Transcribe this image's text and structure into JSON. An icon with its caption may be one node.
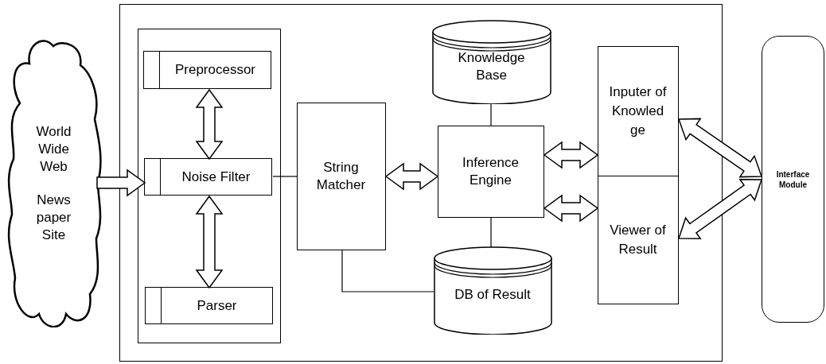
{
  "diagram": {
    "nodes": [
      {
        "text": [
          "World Wide Web",
          "News paper Site"
        ]
      },
      {
        "text": [],
        "shape": "box"
      },
      {
        "text": [],
        "shape": "box",
        "in": 1
      },
      {
        "text": [
          "Preprocessor"
        ],
        "in": 2
      },
      {
        "text": [
          "Noise Filter"
        ],
        "in": 2
      },
      {
        "text": [
          "Parser"
        ],
        "in": 2
      },
      {
        "text": [
          "String Matcher"
        ],
        "in": 1
      },
      {
        "text": [
          "Knowledge Base"
        ],
        "in": 1
      },
      {
        "text": [
          "Inference Engine"
        ],
        "in": 1
      },
      {
        "text": [
          "DB of Result"
        ],
        "in": 1
      },
      {
        "text": [
          "Inputer of Knowled ge"
        ],
        "in": 1
      },
      {
        "text": [
          "Viewer of Result"
        ],
        "in": 1
      },
      {
        "text": [
          "Interface Module"
        ]
      }
    ],
    "edges": [
      {
        "from": 0,
        "to": 4,
        "arrow": "to"
      },
      {
        "from": 3,
        "to": 4,
        "arrow": "both"
      },
      {
        "from": 4,
        "to": 5,
        "arrow": "both"
      },
      {
        "from": 4,
        "to": 6,
        "arrow": "none"
      },
      {
        "from": 6,
        "to": 8,
        "arrow": "both"
      },
      {
        "from": 7,
        "to": 8,
        "arrow": "none"
      },
      {
        "from": 8,
        "to": 9,
        "arrow": "none"
      },
      {
        "from": 6,
        "to": 9,
        "arrow": "none"
      },
      {
        "from": 8,
        "to": 10,
        "arrow": "both"
      },
      {
        "from": 8,
        "to": 11,
        "arrow": "both"
      },
      {
        "from": 10,
        "to": 12,
        "arrow": "both"
      },
      {
        "from": 11,
        "to": 12,
        "arrow": "both"
      }
    ]
  }
}
